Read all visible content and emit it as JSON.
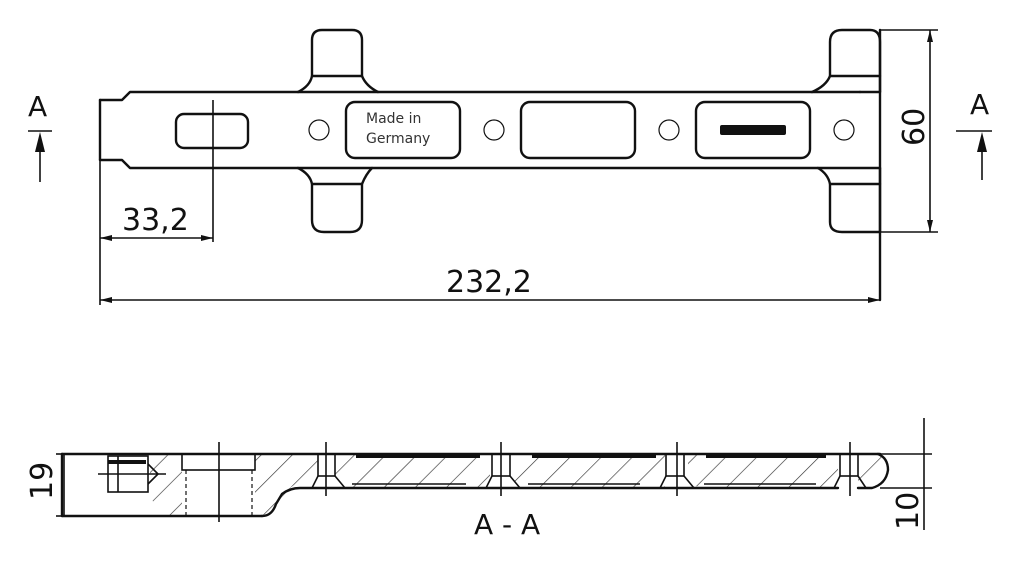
{
  "drawing": {
    "type": "technical-drawing",
    "subject": "mounting plate, plan view and section A-A",
    "views": {
      "top_view": {
        "label_plate": [
          "Made in",
          "Germany"
        ],
        "dimensions": {
          "offset": "33,2",
          "overall_length": "232,2",
          "overall_height": "60"
        },
        "section_marks": {
          "left": "A",
          "right": "A"
        }
      },
      "section_view": {
        "title": "A - A",
        "dimensions": {
          "thickness_total": "19",
          "thickness_plate": "10"
        }
      }
    },
    "line_color": "#111111",
    "background": "#ffffff"
  }
}
